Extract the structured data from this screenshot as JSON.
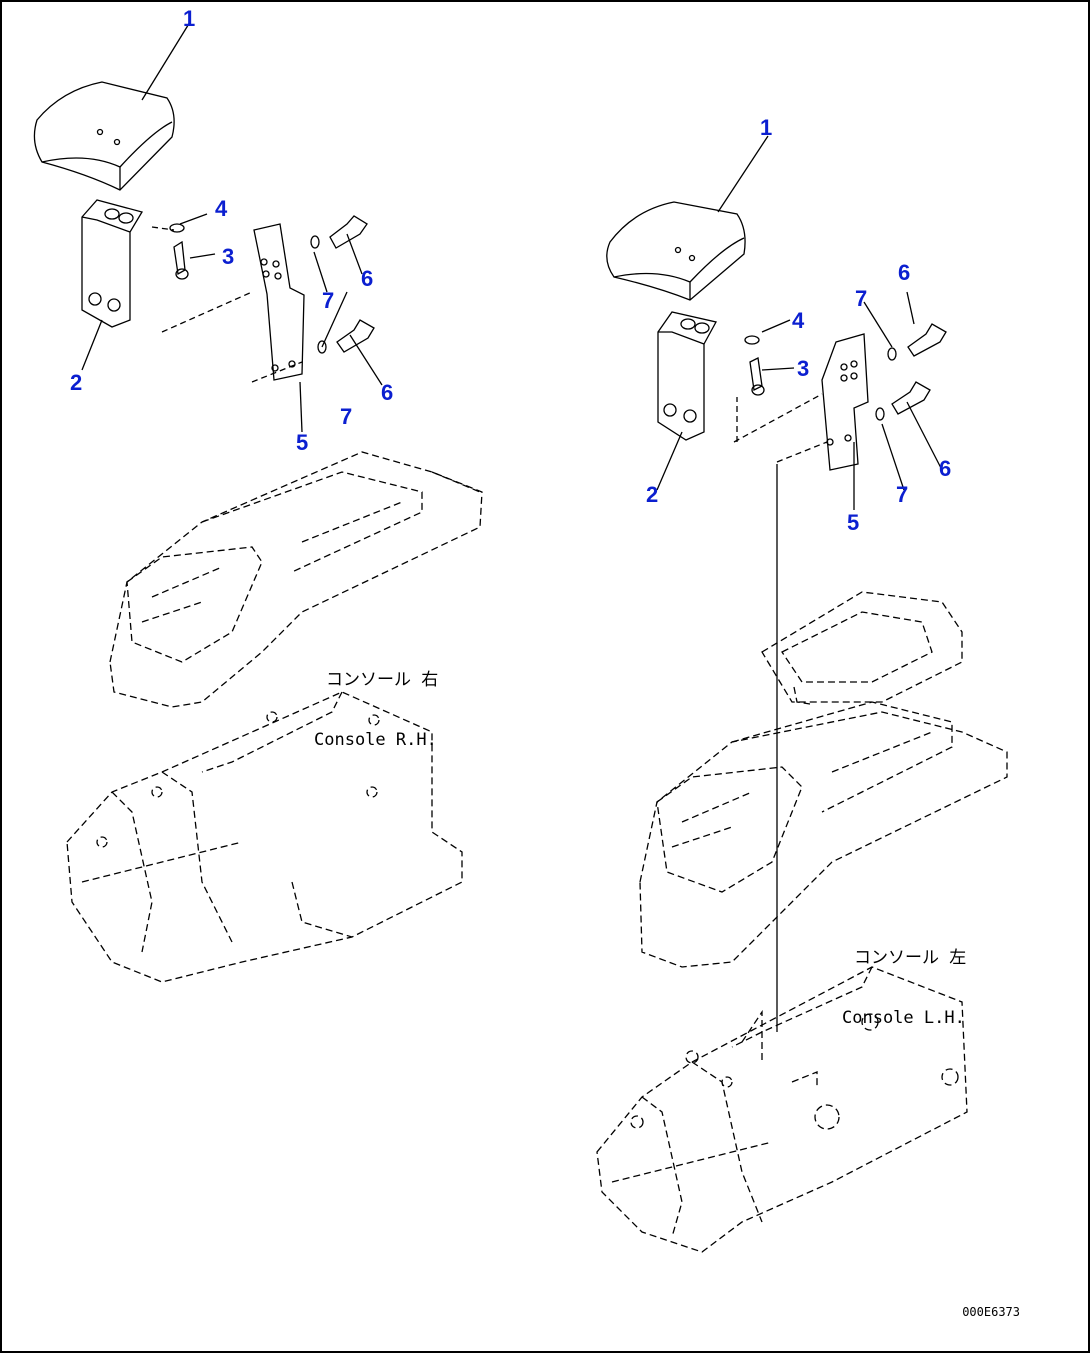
{
  "assemblies": [
    {
      "console_label_jp": "コンソール 右",
      "console_label_en": "Console R.H.",
      "callouts": [
        "1",
        "2",
        "3",
        "4",
        "5",
        "6",
        "6",
        "7",
        "7"
      ]
    },
    {
      "console_label_jp": "コンソール 左",
      "console_label_en": "Console L.H.",
      "callouts": [
        "1",
        "2",
        "3",
        "4",
        "5",
        "6",
        "6",
        "7",
        "7"
      ]
    }
  ],
  "drawing_id": "000E6373",
  "callout_color": "#0b1fd0"
}
